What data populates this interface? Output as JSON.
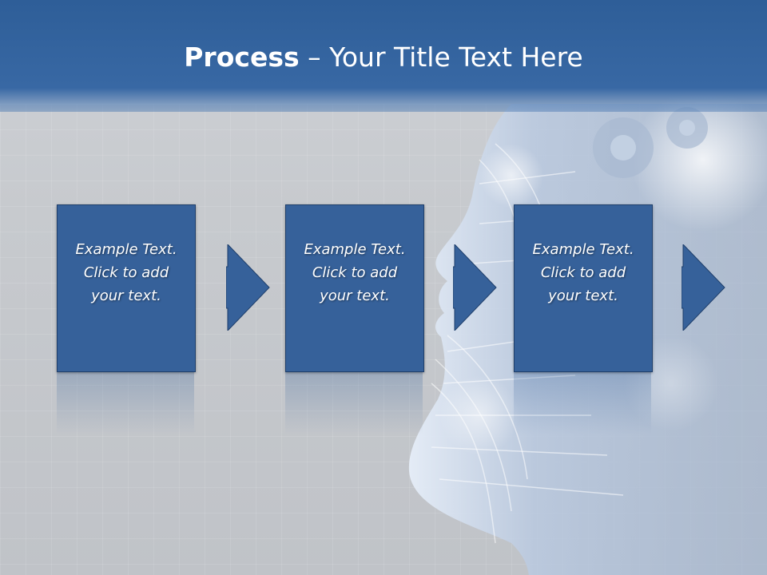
{
  "slide": {
    "title_bold": "Process",
    "title_rest": " – Your Title Text Here"
  },
  "steps": [
    {
      "line1": "Example Text.",
      "line2": "Click  to add",
      "line3": "your text."
    },
    {
      "line1": "Example Text.",
      "line2": "Click  to add",
      "line3": "your text."
    },
    {
      "line1": "Example Text.",
      "line2": "Click  to add",
      "line3": "your text."
    }
  ],
  "colors": {
    "header": "#2e5e98",
    "box_fill": "#36619a",
    "box_border": "#1f3f6b",
    "text": "#ffffff"
  },
  "icons": {
    "arrow": "right-arrow-icon",
    "illustration": "digital-head-illustration"
  }
}
